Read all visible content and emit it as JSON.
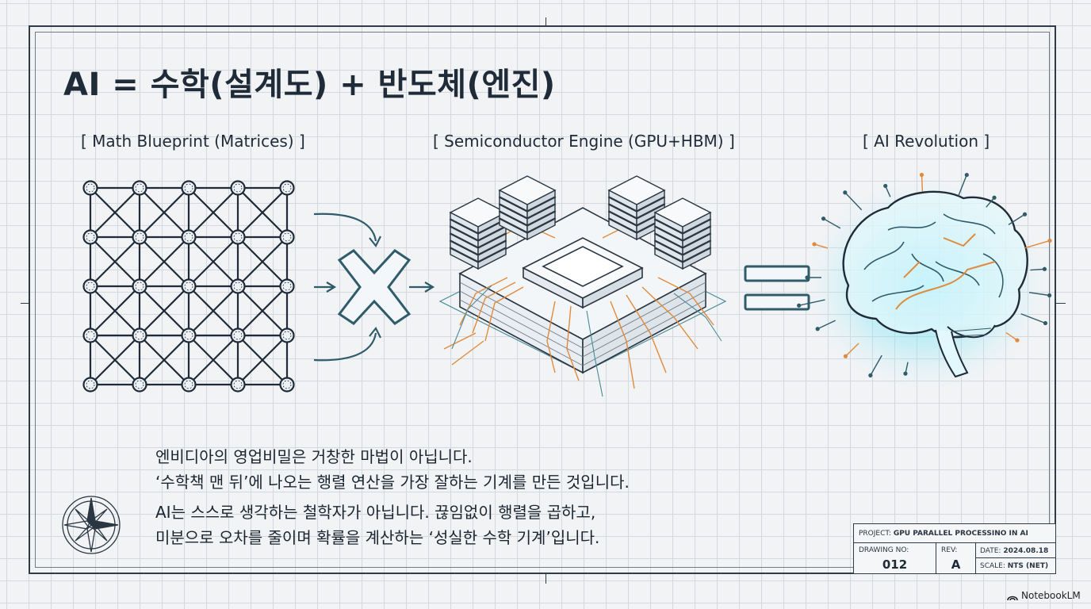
{
  "title": "AI = 수학(설계도) + 반도체(엔진)",
  "labels": {
    "math": "[ Math Blueprint (Matrices) ]",
    "semi": "[ Semiconductor Engine (GPU+HBM) ]",
    "ai": "[ AI Revolution ]"
  },
  "captions": {
    "line1": "엔비디아의 영업비밀은 거창한 마법이 아닙니다.",
    "line2": "‘수학책 맨 뒤’에 나오는 행렬 연산을 가장 잘하는 기계를 만든 것입니다.",
    "line3": "AI는 스스로 생각하는 철학자가 아닙니다. 끊임없이 행렬을 곱하고,",
    "line4": "미분으로 오차를 줄이며 확률을 계산하는 ‘성실한 수학 기계’입니다."
  },
  "title_block": {
    "project_label": "PROJECT:",
    "project_value": "GPU PARALLEL PROCESSINO IN AI",
    "drawing_label": "DRAWING NO:",
    "drawing_value": "012",
    "rev_label": "REV:",
    "rev_value": "A",
    "date_label": "DATE:",
    "date_value": "2024.08.18",
    "scale_label": "SCALE:",
    "scale_value": "NTS (NET)"
  },
  "brand": "NotebookLM",
  "icons": [
    "compass-rose-icon",
    "multiply-icon",
    "equals-icon",
    "brain-icon",
    "gpu-chip-icon",
    "matrix-grid-icon"
  ],
  "colors": {
    "ink": "#1f2b38",
    "accent_orange": "#e08a3c",
    "accent_cyan": "#40d4f0",
    "teal": "#2f5b6a"
  }
}
